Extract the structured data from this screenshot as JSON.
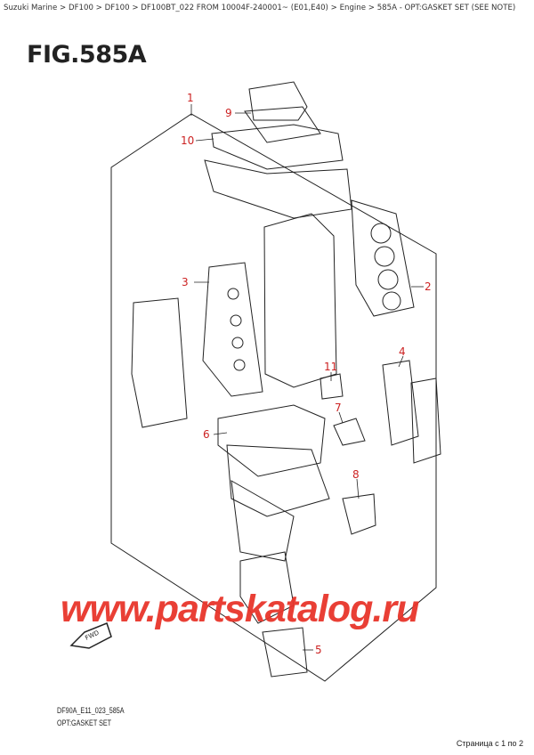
{
  "breadcrumb": [
    {
      "label": "Suzuki Marine"
    },
    {
      "label": "DF100"
    },
    {
      "label": "DF100"
    },
    {
      "label": "DF100BT_022 FROM 10004F-240001~ (E01,E40)"
    },
    {
      "label": "Engine"
    },
    {
      "label": "585A - OPT:GASKET SET (SEE NOTE)"
    }
  ],
  "separator": ">",
  "figure": {
    "title": "FIG.585A",
    "code": "DF90A_E11_023_585A",
    "description": "OPT:GASKET SET",
    "fwd_label": "FWD"
  },
  "callouts": [
    "1",
    "2",
    "3",
    "4",
    "5",
    "6",
    "7",
    "8",
    "9",
    "10",
    "11"
  ],
  "watermark": "www.partskatalog.ru",
  "pager": "Страница с 1 по 2",
  "colors": {
    "callout": "#cc2222",
    "watermark": "#e8352b",
    "lines": "#222222"
  }
}
